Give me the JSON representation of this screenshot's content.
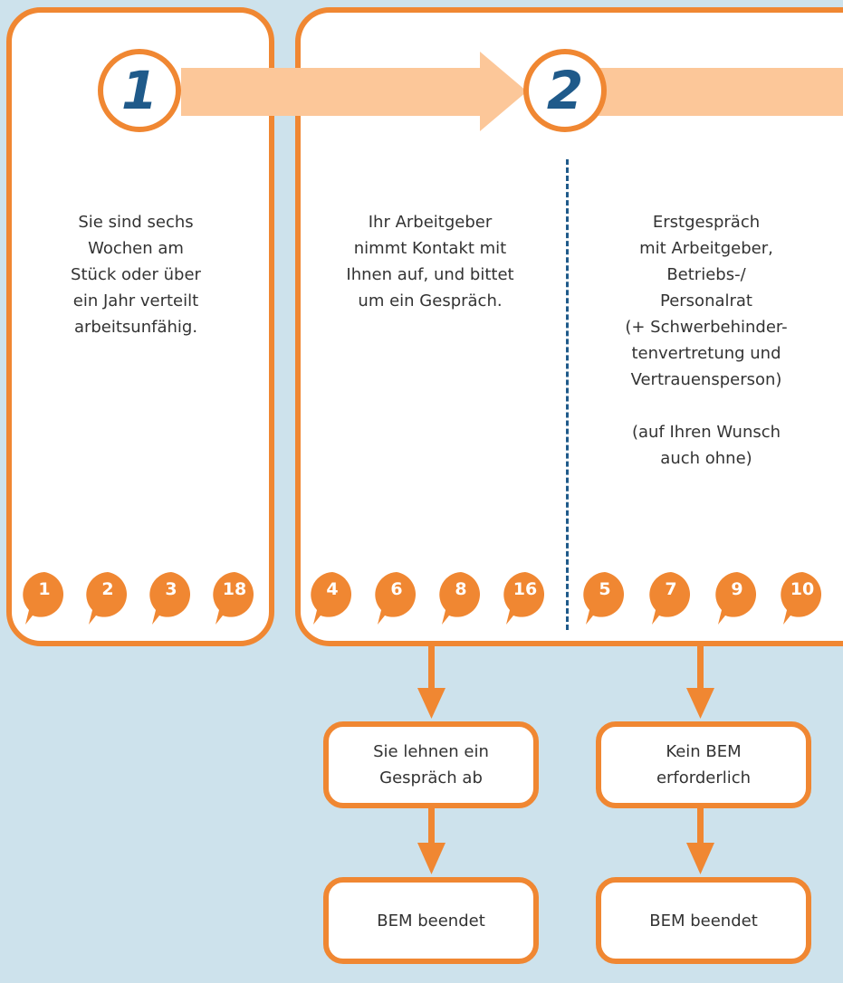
{
  "steps": {
    "step1_number": "1",
    "step2_number": "2"
  },
  "columns": {
    "col1_text": "Sie sind sechs\nWochen am\nStück oder über\nein Jahr verteilt\narbeitsunfähig.",
    "col2_text": "Ihr Arbeitgeber\nnimmt Kontakt mit\nIhnen auf, und bittet\num ein Gespräch.",
    "col3_text": "Erstgespräch\nmit Arbeitgeber,\nBetriebs-/\nPersonalrat\n(+ Schwerbehinder-\ntenvertretung und\nVertrauensperson)\n\n(auf Ihren Wunsch\nauch ohne)"
  },
  "references": {
    "col1": [
      "1",
      "2",
      "3",
      "18"
    ],
    "col2": [
      "4",
      "6",
      "8",
      "16"
    ],
    "col3": [
      "5",
      "7",
      "9",
      "10"
    ]
  },
  "outcomes": {
    "decline": "Sie lehnen ein\nGespräch ab",
    "no_bem": "Kein BEM\nerforderlich",
    "end_left": "BEM beendet",
    "end_right": "BEM beendet"
  },
  "colors": {
    "background": "#cde2ec",
    "accent_orange": "#f08732",
    "arrow_light": "#fcc799",
    "number_blue": "#1f5a8a"
  }
}
